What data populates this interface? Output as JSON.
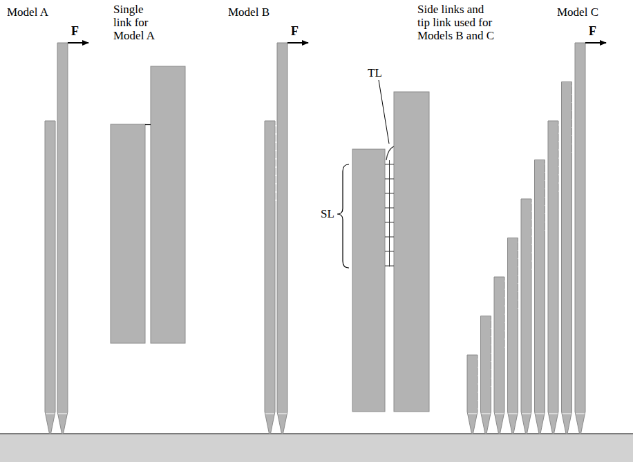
{
  "diagram": {
    "labels": [
      "Model A",
      "F",
      "Single link for Model A",
      "Model B",
      "F",
      "Side links and tip link used for Models B and C",
      "TL",
      "SL",
      "Model C",
      "F"
    ]
  }
}
